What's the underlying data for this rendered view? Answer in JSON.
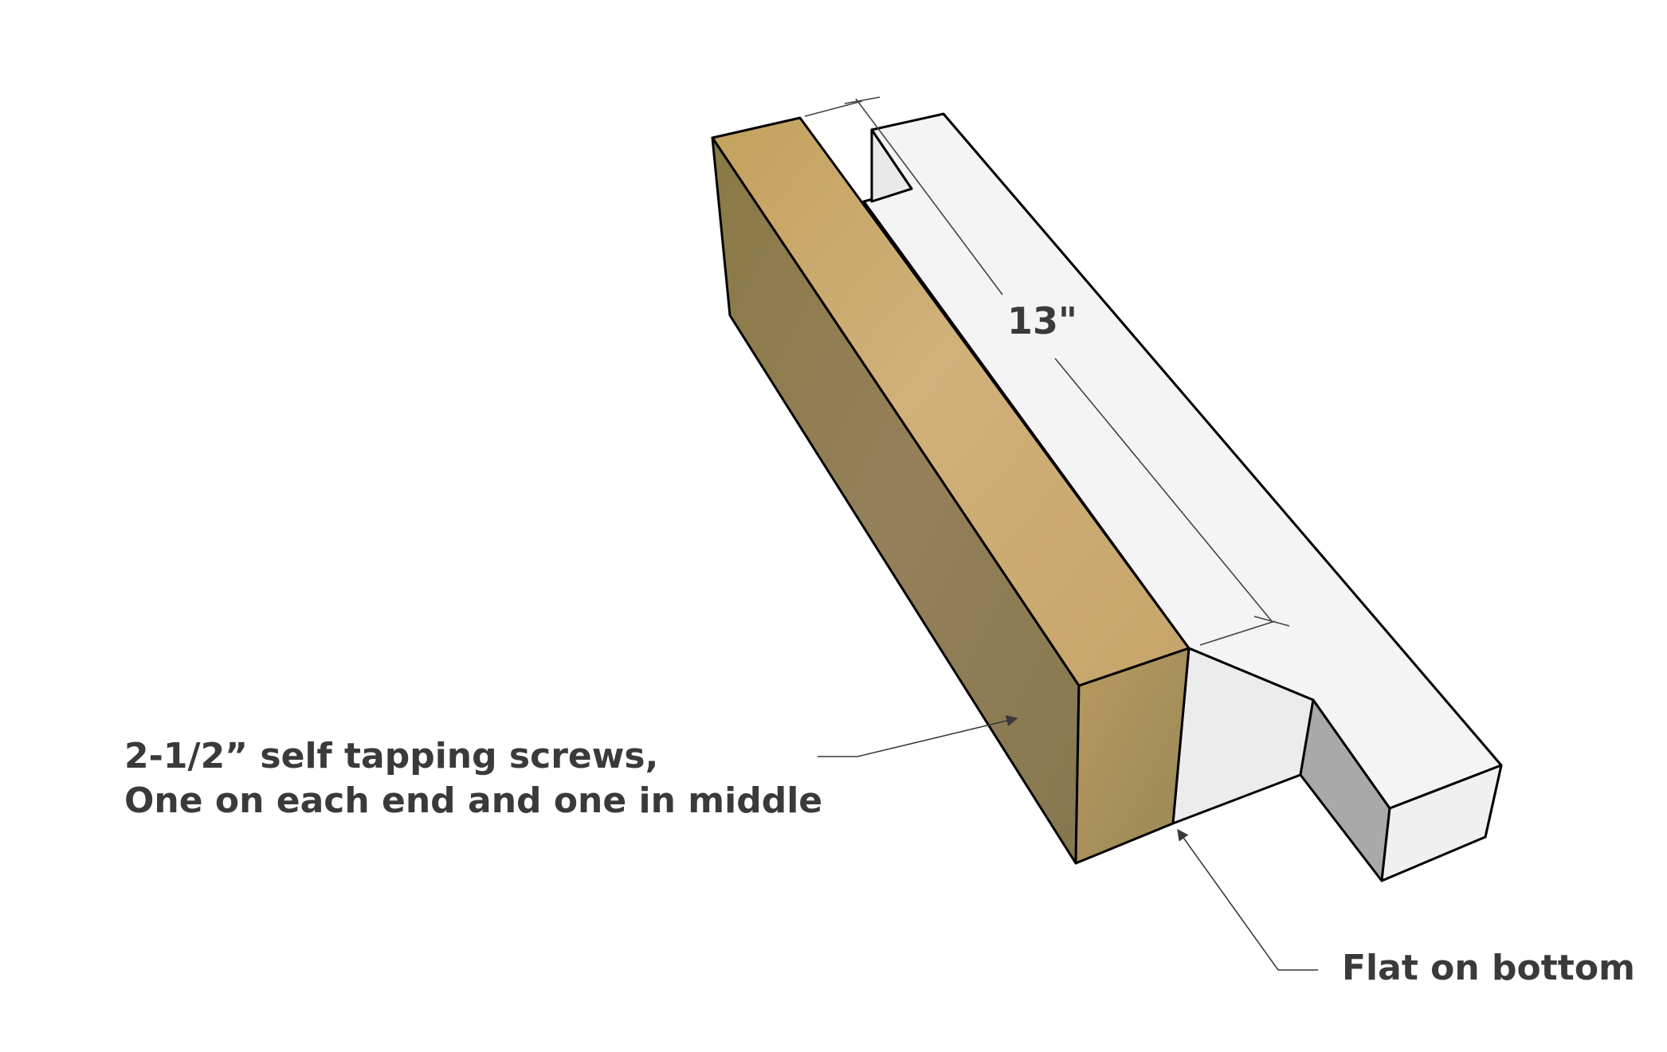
{
  "annotations": {
    "dimension": "13\"",
    "screws_line1": "2-1/2” self tapping screws,",
    "screws_line2": "One on each end and one in middle",
    "flat_bottom": "Flat on bottom"
  },
  "colors": {
    "board_front": "#8d7b4e",
    "board_top": "#c9a96a",
    "board_end": "#a98f58",
    "white_top": "#f4f4f4",
    "white_side": "#ececec",
    "shadow_face": "#a9a9a9",
    "text": "#3a3a3a",
    "outline": "#000000"
  }
}
